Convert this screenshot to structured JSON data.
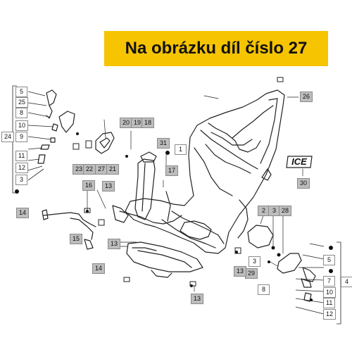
{
  "banner": {
    "text": "Na obrázku díl číslo 27",
    "color": "#f6c400"
  },
  "badge": {
    "text": "ICE"
  },
  "callouts": {
    "c26": "26",
    "c30": "30",
    "c24": "24",
    "c5a": "5",
    "c25": "25",
    "c8a": "8",
    "c10a": "10",
    "c9": "9",
    "c11a": "11",
    "c12a": "12",
    "c3a": "3",
    "c20": "20",
    "c19": "19",
    "c18": "18",
    "c31": "31",
    "c1": "1",
    "c23": "23",
    "c22": "22",
    "c27": "27",
    "c21": "21",
    "c17": "17",
    "c16": "16",
    "c13a": "13",
    "c14a": "14",
    "c15": "15",
    "c14b": "14",
    "c13b": "13",
    "c13c": "13",
    "c2": "2",
    "c3b": "3",
    "c28": "28",
    "c3c": "3",
    "c29": "29",
    "c13d": "13",
    "c5b": "5",
    "c7": "7",
    "c8b": "8",
    "c10b": "10",
    "c11b": "11",
    "c12b": "12",
    "c4": "4"
  }
}
